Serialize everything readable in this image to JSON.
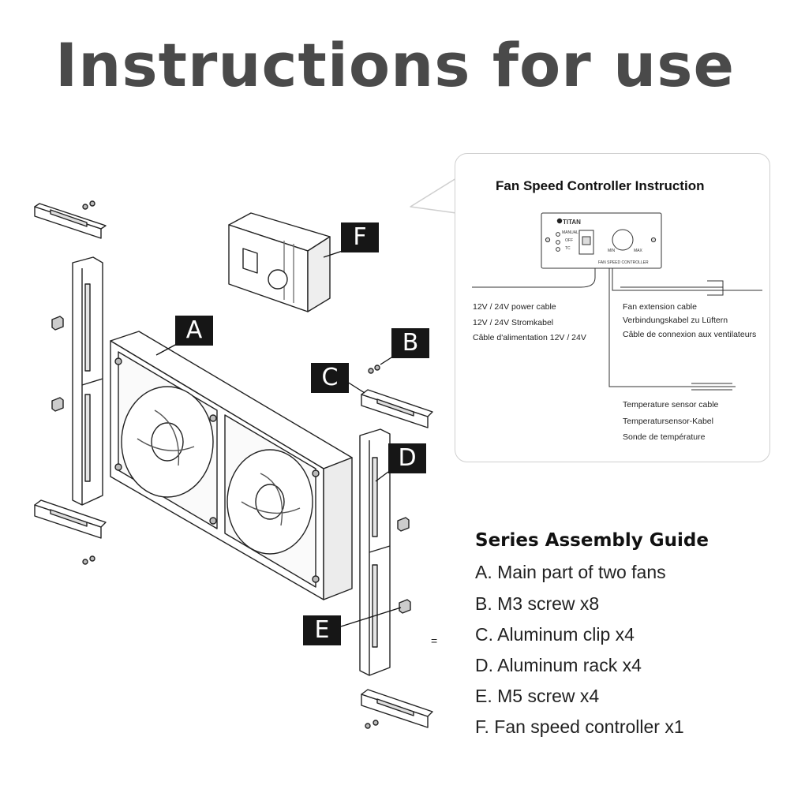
{
  "page_title": "Instructions for use",
  "callout": {
    "title": "Fan Speed Controller Instruction",
    "brand": "TITAN",
    "panel": {
      "manual": "MANUAL",
      "off": "OFF",
      "tc": "TC",
      "min": "MIN",
      "max": "MAX",
      "label": "FAN SPEED CONTROLLER"
    },
    "power_cable": [
      "12V / 24V power cable",
      "12V / 24V Stromkabel",
      "Câble d'alimentation 12V / 24V"
    ],
    "fan_cable": [
      "Fan extension cable",
      "Verbindungskabel zu Lüftern",
      "Câble de connexion aux ventilateurs"
    ],
    "temp_cable": [
      "Temperature sensor cable",
      "Temperatursensor-Kabel",
      "Sonde de température"
    ]
  },
  "tags": {
    "a": "A",
    "b": "B",
    "c": "C",
    "d": "D",
    "e": "E",
    "f": "F"
  },
  "guide": {
    "title": "Series Assembly Guide",
    "items": [
      "A. Main part of two fans",
      "B. M3 screw x8",
      "C. Aluminum clip x4",
      "D. Aluminum rack x4",
      "E. M5 screw x4",
      "F. Fan speed controller x1"
    ]
  },
  "stray_mark": "="
}
